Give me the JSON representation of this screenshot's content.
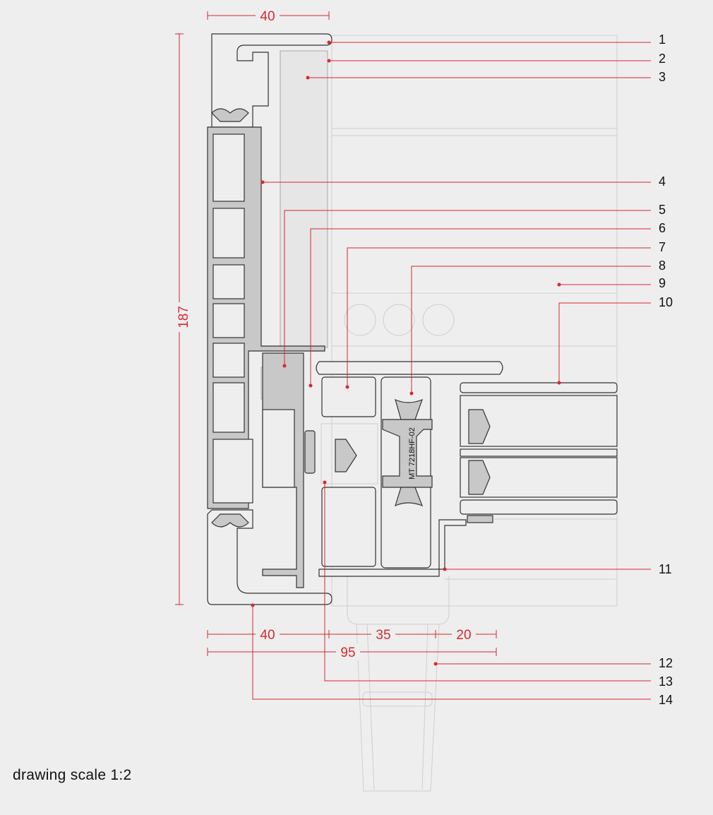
{
  "dimensions": {
    "top_width": "40",
    "height": "187",
    "bottom_a": "40",
    "bottom_b": "35",
    "bottom_c": "20",
    "bottom_total": "95"
  },
  "callouts": [
    "1",
    "2",
    "3",
    "4",
    "5",
    "6",
    "7",
    "8",
    "9",
    "10",
    "11",
    "12",
    "13",
    "14"
  ],
  "profile_label": "MT 7218HF-02",
  "scale_text": "drawing scale 1:2",
  "colors": {
    "accent": "#d7282f",
    "background": "#eeeeee"
  }
}
